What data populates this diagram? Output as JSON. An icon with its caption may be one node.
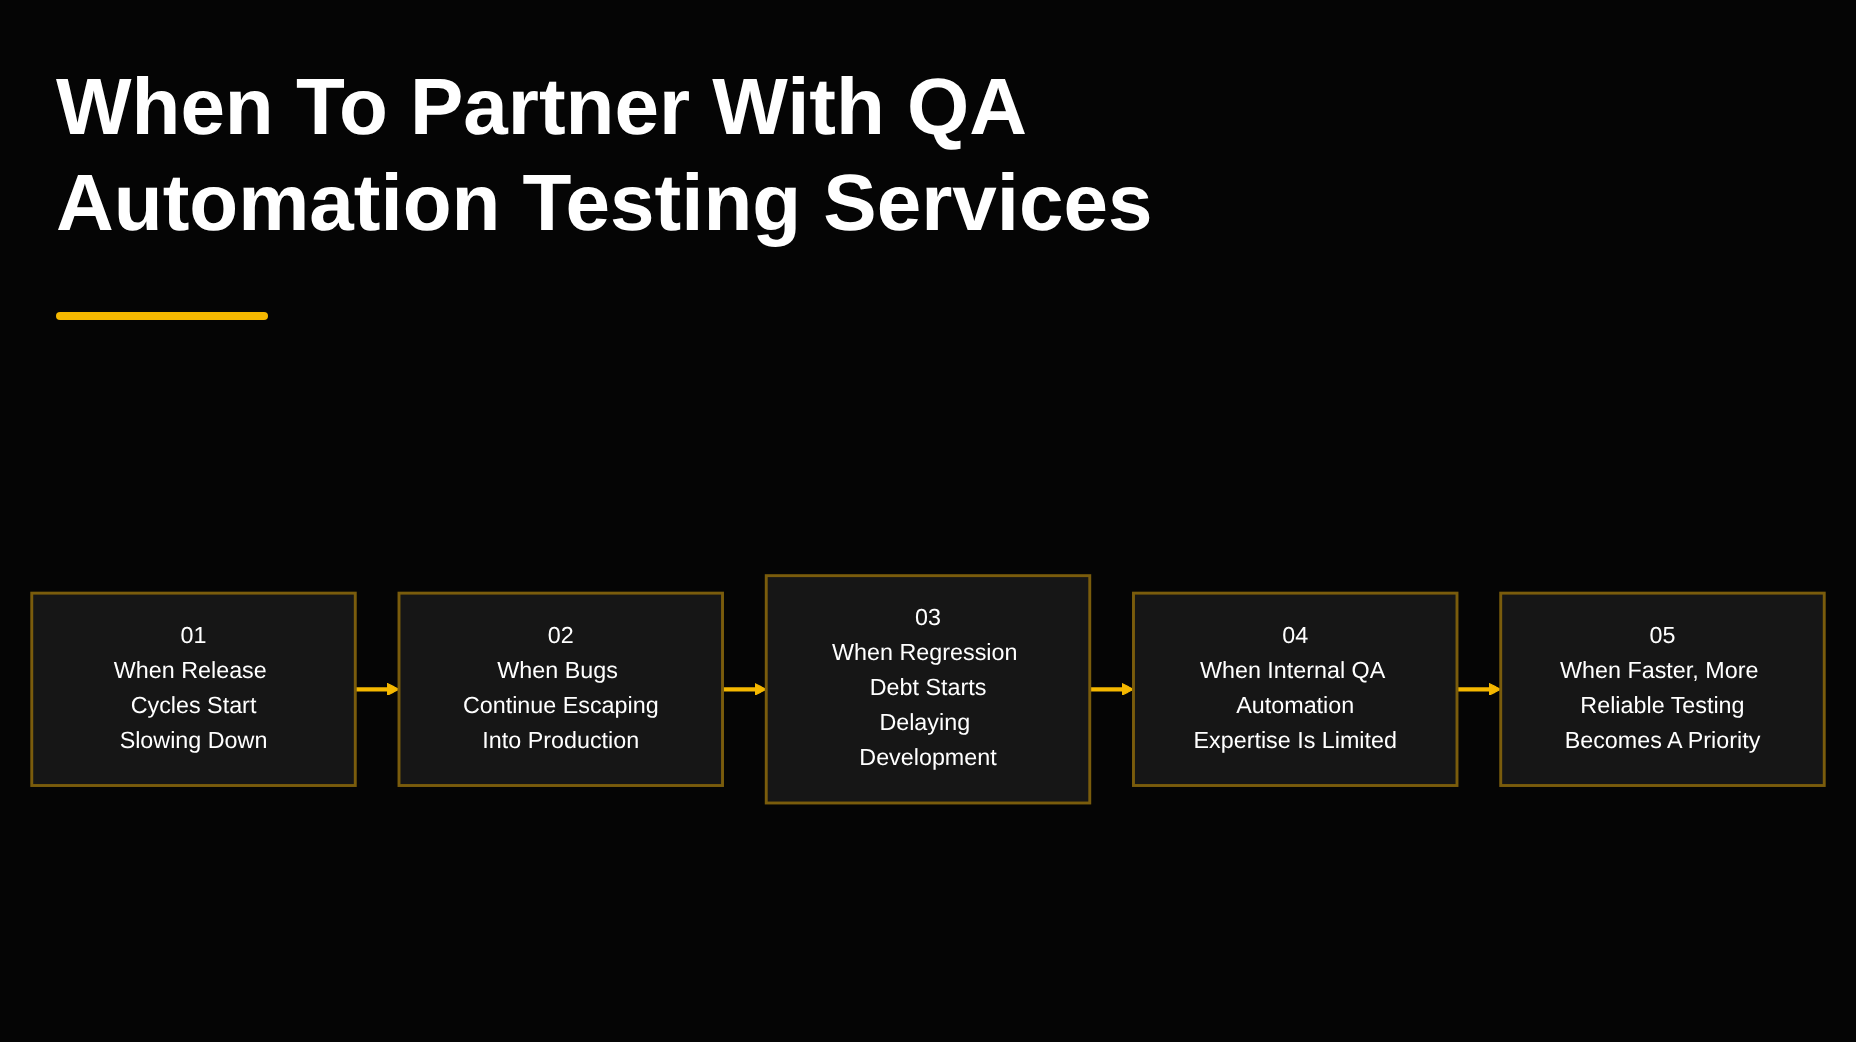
{
  "diagram": {
    "title": "When To Partner With QA Automation Testing Services",
    "nodes": [
      {
        "text": [
          "01",
          "When Release Cycles Start",
          "Slowing Down"
        ]
      },
      {
        "text": [
          "02",
          "When Bugs Continue Escaping",
          "Into Production"
        ]
      },
      {
        "text": [
          "03",
          "When Regression Debt Starts",
          "Delaying Development"
        ]
      },
      {
        "text": [
          "04",
          "When Internal QA Automation",
          "Expertise Is Limited"
        ]
      },
      {
        "text": [
          "05",
          "When Faster, More Reliable Testing",
          "Becomes A Priority"
        ]
      }
    ],
    "edges": [
      {
        "from": 0,
        "to": 1,
        "arrow": "to"
      },
      {
        "from": 1,
        "to": 2,
        "arrow": "to"
      },
      {
        "from": 2,
        "to": 3,
        "arrow": "to"
      },
      {
        "from": 3,
        "to": 4,
        "arrow": "to"
      }
    ]
  }
}
